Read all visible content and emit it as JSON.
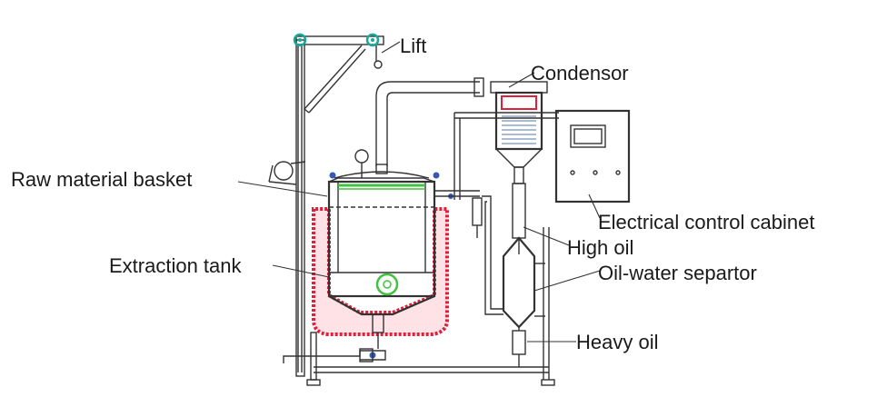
{
  "labels": {
    "lift": "Lift",
    "condensor": "Condensor",
    "raw_material_basket": "Raw material basket",
    "extraction_tank": "Extraction tank",
    "electrical_control_cabinet": "Electrical control cabinet",
    "high_oil": "High oil",
    "oil_water_separator": "Oil-water separtor",
    "heavy_oil": "Heavy oil"
  },
  "colors": {
    "heating_jacket": "#e0203a",
    "basket_top": "#3fc23f",
    "pulley": "#18a89a",
    "fitting": "#3558b5",
    "coil": "#5577aa",
    "line": "#333333"
  }
}
